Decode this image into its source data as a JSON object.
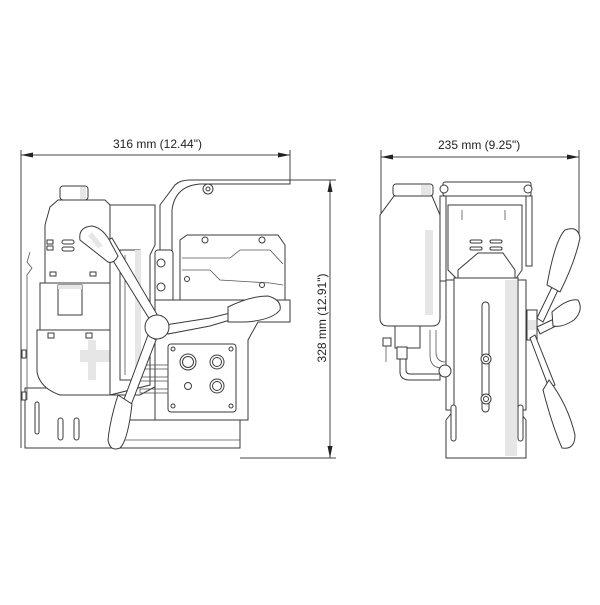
{
  "diagram": {
    "type": "technical-dimension-drawing",
    "views": [
      {
        "name": "side-view",
        "description": "Magnetic drill side elevation"
      },
      {
        "name": "front-view",
        "description": "Magnetic drill front elevation with coolant bottle"
      }
    ],
    "dimensions": {
      "width_side": "316 mm (12.44\")",
      "width_front": "235 mm (9.25\")",
      "height": "328 mm (12.91\")"
    },
    "colors": {
      "line": "#333333",
      "shading": "#e6e6e6",
      "background": "#ffffff"
    }
  }
}
